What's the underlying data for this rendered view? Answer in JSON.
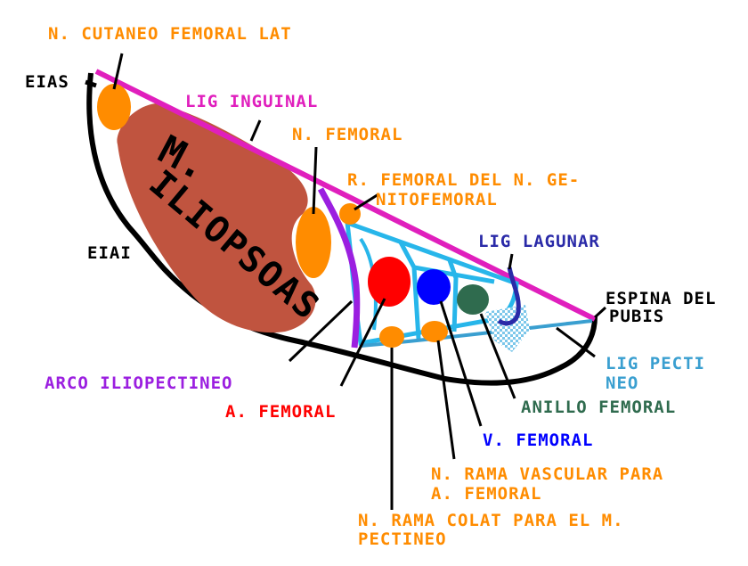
{
  "colors": {
    "background": "#ffffff",
    "outline": "#000000",
    "orange": "#ff8c00",
    "brown": "#c0543f",
    "magenta": "#e01fbd",
    "purple": "#9b1fe0",
    "cyan": "#27b6ea",
    "navy": "#2a2aa8",
    "red": "#ff0000",
    "blue": "#0000ff",
    "green": "#2f6b4e",
    "light_blue": "#3a9fd0"
  },
  "muscle_label": {
    "line1": "M.",
    "line2": "ILIOPSOAS"
  },
  "labels": {
    "n_cutaneo_femoral_lat": "N. CUTANEO FEMORAL LAT",
    "eias": "EIAS",
    "lig_inguinal": "LIG INGUINAL",
    "n_femoral": "N. FEMORAL",
    "r_femoral_line1": "R. FEMORAL DEL N. GE-",
    "r_femoral_line2": "NITOFEMORAL",
    "eiai": "EIAI",
    "lig_lagunar": "LIG LAGUNAR",
    "espina_line1": "ESPINA DEL",
    "espina_line2": "PUBIS",
    "lig_pectineo_line1": "LIG PECTI",
    "lig_pectineo_line2": "NEO",
    "arco_iliopectineo": "ARCO ILIOPECTINEO",
    "a_femoral": "A. FEMORAL",
    "anillo_femoral": "ANILLO FEMORAL",
    "v_femoral": "V. FEMORAL",
    "rama_vascular_line1": "N. RAMA VASCULAR PARA",
    "rama_vascular_line2": "A. FEMORAL",
    "rama_colat_line1": "N. RAMA COLAT PARA EL M.",
    "rama_colat_line2": "PECTINEO"
  }
}
